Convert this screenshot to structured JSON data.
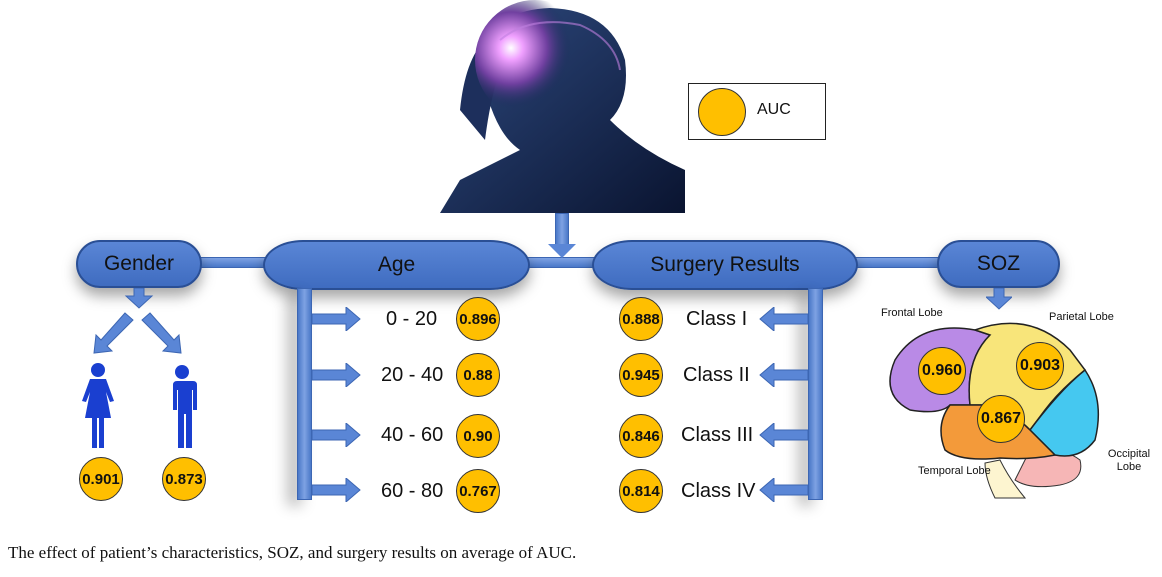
{
  "legend": {
    "label": "AUC",
    "color": "#ffbf00"
  },
  "categories": {
    "gender": {
      "title": "Gender",
      "items": [
        {
          "icon": "female-icon",
          "auc": "0.901"
        },
        {
          "icon": "male-icon",
          "auc": "0.873"
        }
      ]
    },
    "age": {
      "title": "Age",
      "items": [
        {
          "label": "0 - 20",
          "auc": "0.896"
        },
        {
          "label": "20 - 40",
          "auc": "0.88"
        },
        {
          "label": "40 - 60",
          "auc": "0.90"
        },
        {
          "label": "60 - 80",
          "auc": "0.767"
        }
      ]
    },
    "surgery": {
      "title": "Surgery Results",
      "items": [
        {
          "label": "Class I",
          "auc": "0.888"
        },
        {
          "label": "Class II",
          "auc": "0.945"
        },
        {
          "label": "Class III",
          "auc": "0.846"
        },
        {
          "label": "Class IV",
          "auc": "0.814"
        }
      ]
    },
    "soz": {
      "title": "SOZ",
      "lobes": [
        {
          "label": "Frontal Lobe",
          "auc": "0.960"
        },
        {
          "label": "Parietal Lobe",
          "auc": "0.903"
        },
        {
          "label": "Temporal Lobe",
          "auc": "0.867"
        },
        {
          "label": "Occipital Lobe",
          "auc": null
        }
      ]
    }
  },
  "caption": "The effect of patient’s characteristics, SOZ, and surgery results on average of AUC."
}
